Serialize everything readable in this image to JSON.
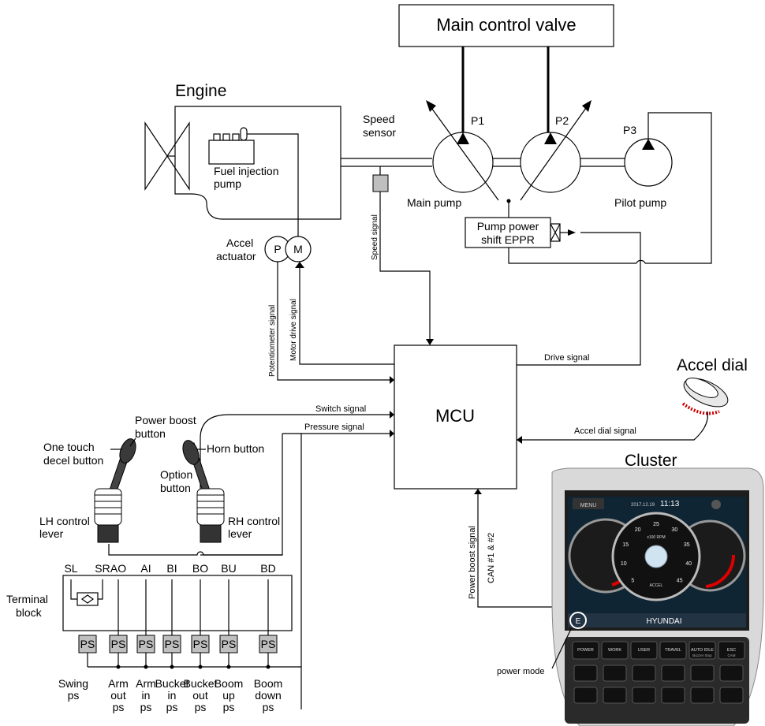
{
  "blocks": {
    "main_control_valve": "Main control valve",
    "engine": "Engine",
    "fuel_injection_pump": [
      "Fuel injection",
      "pump"
    ],
    "speed_sensor": [
      "Speed",
      "sensor"
    ],
    "main_pump": "Main pump",
    "pilot_pump": "Pilot pump",
    "p1": "P1",
    "p2": "P2",
    "p3": "P3",
    "eppr": [
      "Pump power",
      "shift EPPR"
    ],
    "accel_actuator": [
      "Accel",
      "actuator"
    ],
    "actuator_p": "P",
    "actuator_m": "M",
    "mcu": "MCU",
    "accel_dial": "Accel dial",
    "cluster": "Cluster",
    "terminal_block": [
      "Terminal",
      "block"
    ]
  },
  "signals": {
    "speed_signal": "Speed signal",
    "potentiometer_signal": "Potentiometer signal",
    "motor_drive_signal": "Motor drive signal",
    "drive_signal": "Drive signal",
    "switch_signal": "Switch signal",
    "pressure_signal": "Pressure signal",
    "accel_dial_signal": "Accel dial signal",
    "power_boost_signal": "Power boost signal",
    "can": "CAN #1 & #2"
  },
  "levers": {
    "power_boost_button": [
      "Power boost",
      "button"
    ],
    "one_touch_decel": [
      "One touch",
      "decel button"
    ],
    "horn_button": "Horn button",
    "option_button": [
      "Option",
      "button"
    ],
    "lh_lever": [
      "LH control",
      "lever"
    ],
    "rh_lever": [
      "RH control",
      "lever"
    ]
  },
  "terminals": [
    "SL",
    "SR",
    "AO",
    "AI",
    "BI",
    "BO",
    "BU",
    "BD"
  ],
  "ps_label": "PS",
  "pressure_switches": [
    [
      "Swing",
      "ps"
    ],
    [
      "Arm",
      "out",
      "ps"
    ],
    [
      "Arm",
      "in",
      "ps"
    ],
    [
      "Bucket",
      "in",
      "ps"
    ],
    [
      "Bucket",
      "out",
      "ps"
    ],
    [
      "Boom",
      "up",
      "ps"
    ],
    [
      "Boom",
      "down",
      "ps"
    ]
  ],
  "cluster_screen": {
    "menu": "MENU",
    "date": "2017.12.19",
    "time": "11:13",
    "rpm_unit": "x100 RPM",
    "accel": "ACCEL",
    "brand": "HYUNDAI",
    "mode": "E",
    "gauge_ticks": [
      "5",
      "10",
      "15",
      "20",
      "25",
      "30",
      "35",
      "40",
      "45"
    ],
    "buttons": [
      "POWER",
      "WORK",
      "USER",
      "TRAVEL",
      "AUTO IDLE",
      "ESC"
    ],
    "auto_idle_sub": "Buzzer Stop",
    "esc_sub": "CAM"
  },
  "power_mode_label": "power mode"
}
